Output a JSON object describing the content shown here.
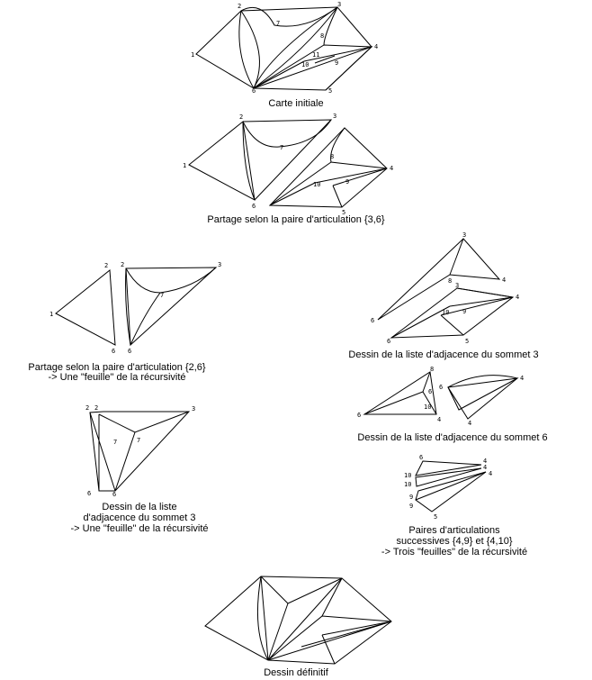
{
  "captions": {
    "carte_initiale": "Carte initiale",
    "partage_3_6": "Partage selon la paire d'articulation {3,6}",
    "partage_2_6_l1": "Partage selon la paire d'articulation {2,6}",
    "partage_2_6_l2": "-> Une \"feuille\" de la récursivité",
    "dessin_liste_3_right": "Dessin de la liste d'adjacence du sommet 3",
    "dessin_liste_6": "Dessin de la liste d'adjacence du sommet 6",
    "dessin_liste_3_left_l1": "Dessin de la liste",
    "dessin_liste_3_left_l2": "d'adjacence du sommet 3",
    "dessin_liste_3_left_l3": "-> Une \"feuille\" de la récursivité",
    "paires_l1": "Paires d'articulations",
    "paires_l2": "successives {4,9} et {4,10}",
    "paires_l3": "-> Trois \"feuilles\" de la récursivité",
    "dessin_definitif": "Dessin définitif"
  },
  "labels": {
    "v1": "1",
    "v2": "2",
    "v3": "3",
    "v4": "4",
    "v5": "5",
    "v6": "6",
    "v7": "7",
    "v8": "8",
    "v9": "9",
    "v10": "10",
    "v11": "11"
  }
}
